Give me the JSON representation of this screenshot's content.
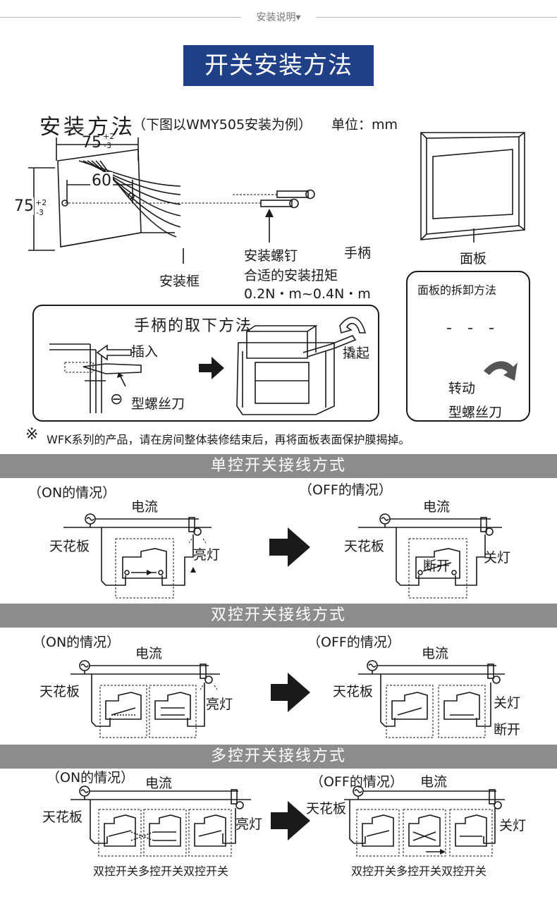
{
  "header": {
    "label": "安装说明▾"
  },
  "title": "开关安装方法",
  "install": {
    "heading": "安装方法",
    "note": "（下图以WMY505安装为例）",
    "unit": "单位：mm",
    "dim_width_base": "75",
    "dim_width_tol_up": "+2",
    "dim_width_tol_down": "-3",
    "dim_pitch": "60",
    "dim_height_base": "75",
    "dim_height_tol_up": "+2",
    "dim_height_tol_down": "-3",
    "frame_label": "安装框",
    "screw_label": "安装螺钉",
    "handle_label": "手柄",
    "torque_label": "合适的安装扭矩",
    "torque_value": "0.2N・m~0.4N・m",
    "panel_label": "面板"
  },
  "handle_removal": {
    "title": "手柄的取下方法",
    "insert": "插入",
    "pry": "撬起",
    "screwdriver_symbol": "⊖",
    "screwdriver": "型螺丝刀"
  },
  "panel_removal": {
    "title": "面板的拆卸方法",
    "rotate": "转动",
    "screwdriver": "型螺丝刀"
  },
  "notice": {
    "mark": "※",
    "text": "WFK系列的产品，请在房间整体装修结束后，再将面板表面保护膜揭掉。"
  },
  "sections": [
    {
      "title": "单控开关接线方式",
      "on_label": "（ON的情况）",
      "off_label": "（OFF的情况）",
      "current": "电流",
      "ceiling": "天花板",
      "light_on": "亮灯",
      "light_off": "关灯",
      "open": "断开"
    },
    {
      "title": "双控开关接线方式",
      "on_label": "（ON的情况）",
      "off_label": "（OFF的情况）",
      "current": "电流",
      "ceiling": "天花板",
      "light_on": "亮灯",
      "light_off": "关灯",
      "open": "断开"
    },
    {
      "title": "多控开关接线方式",
      "on_label": "（ON的情况）",
      "off_label": "（OFF的情况）",
      "current": "电流",
      "ceiling": "天花板",
      "light_on": "亮灯",
      "light_off": "关灯",
      "switch_sequence": "双控开关多控开关双控开关"
    }
  ]
}
